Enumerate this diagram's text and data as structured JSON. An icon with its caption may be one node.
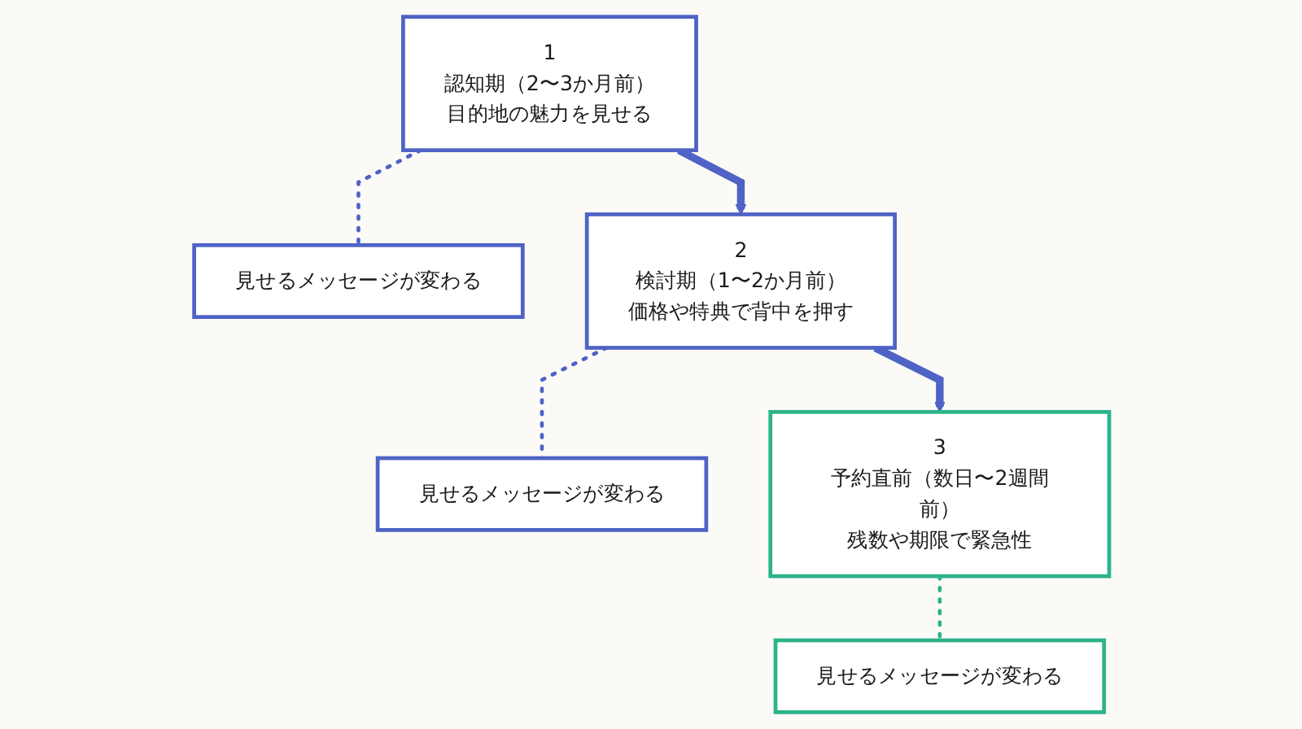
{
  "diagram": {
    "nodes": [
      {
        "text": [
          "1",
          "認知期（2〜3か月前）",
          "目的地の魅力を見せる"
        ]
      },
      {
        "text": [
          "見せるメッセージが変わる"
        ]
      },
      {
        "text": [
          "2",
          "検討期（1〜2か月前）",
          "価格や特典で背中を押す"
        ]
      },
      {
        "text": [
          "見せるメッセージが変わる"
        ]
      },
      {
        "text": [
          "3",
          "予約直前（数日〜2週間前）",
          "残数や期限で緊急性"
        ]
      },
      {
        "text": [
          "見せるメッセージが変わる"
        ]
      }
    ],
    "edges": [
      {
        "from": 0,
        "to": 1,
        "arrow": "none",
        "style": "dashed"
      },
      {
        "from": 0,
        "to": 2,
        "arrow": "to",
        "style": "thick"
      },
      {
        "from": 2,
        "to": 3,
        "arrow": "none",
        "style": "dashed"
      },
      {
        "from": 2,
        "to": 4,
        "arrow": "to",
        "style": "thick"
      },
      {
        "from": 4,
        "to": 5,
        "arrow": "none",
        "style": "dashed",
        "color": "#2bb38a"
      }
    ]
  }
}
